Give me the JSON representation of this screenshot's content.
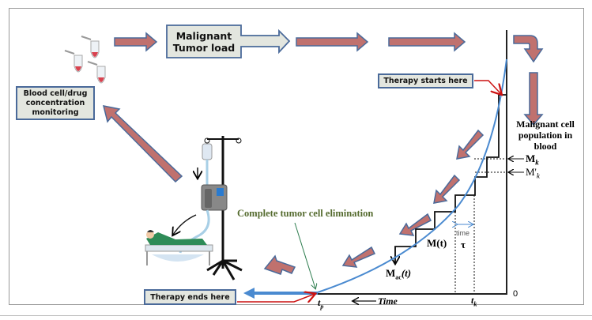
{
  "boxes": {
    "tumor_load": "Malignant Tumor load",
    "monitoring": "Blood cell/drug concentration monitoring",
    "therapy_starts": "Therapy starts here",
    "therapy_ends": "Therapy ends here"
  },
  "labels": {
    "axis_title": "Malignant cell population in blood",
    "mk": "M",
    "mk_sub": "k",
    "mpk": "M'",
    "mpk_sub": "k",
    "mt": "M(t)",
    "mac": "M",
    "mac_sub": "ac",
    "mac_arg": "(t)",
    "time_small": "time",
    "tau": "τ",
    "tk": "t",
    "tk_sub": "k",
    "tp": "t",
    "tp_sub": "p",
    "time_axis": "Time",
    "zero": "0",
    "elimination": "Complete tumor cell elimination"
  },
  "colors": {
    "arrow_fill": "#c0716e",
    "arrow_stroke": "#4a6a9a",
    "curve": "#4a8ad0",
    "pointer_red": "#cc1111",
    "elimination_text": "#556b2f"
  }
}
